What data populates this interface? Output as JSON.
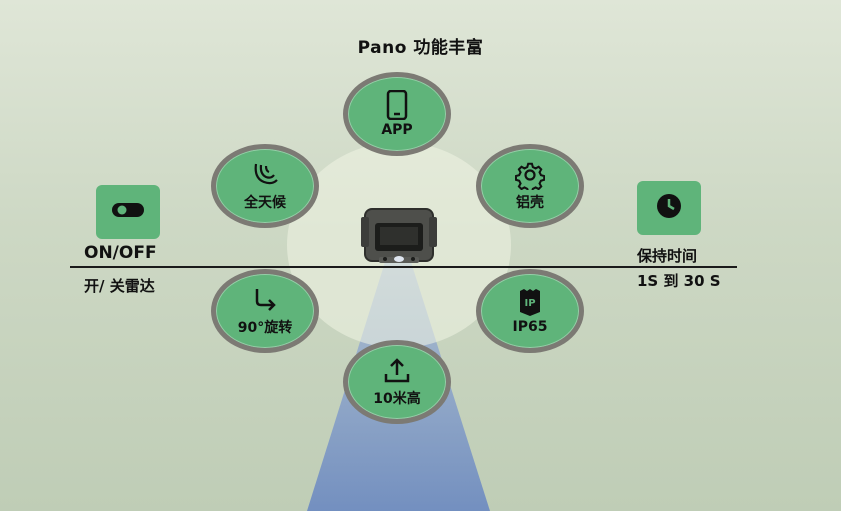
{
  "title": "Pano 功能丰富",
  "features": [
    {
      "label": "APP",
      "icon": "smartphone-icon"
    },
    {
      "label": "全天候",
      "icon": "all-weather-icon"
    },
    {
      "label": "铝壳",
      "icon": "gear-icon"
    },
    {
      "label": "90°旋转",
      "icon": "turn-arrow-icon"
    },
    {
      "label": "IP65",
      "icon": "shield-ip-icon"
    },
    {
      "label": "10米高",
      "icon": "upload-icon"
    }
  ],
  "left": {
    "heading": "ON/OFF",
    "sub": "开/ 关雷达",
    "icon": "toggle-icon"
  },
  "right": {
    "heading": "保持时间",
    "sub": "1S 到 30 S",
    "icon": "clock-icon"
  },
  "colors": {
    "green": "#5fb47a",
    "ring": "#7c7a74",
    "beam": "#6f8cc0"
  }
}
